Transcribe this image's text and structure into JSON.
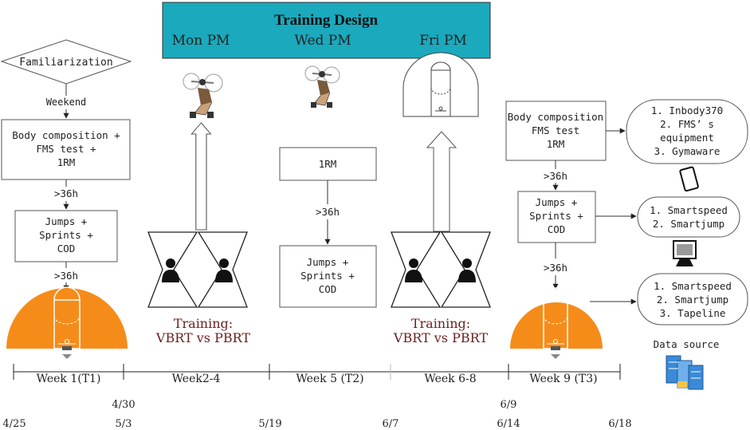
{
  "header": {
    "title": "Training Design",
    "days": [
      "Mon PM",
      "Wed  PM",
      "Fri PM"
    ],
    "color": "#1aa9bd"
  },
  "left_flow": {
    "diamond": "Familiarization",
    "weekend": "Weekend",
    "box1": [
      "Body composition +",
      "FMS test +",
      "1RM"
    ],
    "gap1": ">36h",
    "box2": [
      "Jumps +",
      "Sprints +",
      "COD"
    ],
    "gap2": ">36h"
  },
  "middle_flow": {
    "box1": "1RM",
    "gap": ">36h",
    "box2": [
      "Jumps +",
      "Sprints +",
      "COD"
    ]
  },
  "right_flow": {
    "box1": [
      "Body composition",
      "FMS test",
      "1RM"
    ],
    "gap1": ">36h",
    "box2": [
      "Jumps +",
      "Sprints +",
      "COD"
    ],
    "gap2": ">36h",
    "equip1": [
      "1. Inbody370",
      "2. FMS’ s",
      "equipment",
      "3. Gymaware"
    ],
    "equip2": [
      "1. Smartspeed",
      "2. Smartjump"
    ],
    "equip3": [
      "1. Smartspeed",
      "2. Smartjump",
      "3. Tapeline"
    ],
    "data_source": "Data source"
  },
  "training_labels": {
    "left": [
      "Training:",
      "VBRT vs PBRT"
    ],
    "right": [
      "Training:",
      "VBRT vs PBRT"
    ]
  },
  "timeline": {
    "weeks": [
      "Week 1(T1)",
      "Week2-4",
      "Week 5 (T2)",
      "Week 6-8",
      "Week 9 (T3)"
    ],
    "upper_dates": [
      "4/30",
      "6/9"
    ],
    "lower_dates": [
      "4/25",
      "5/3",
      "5/19",
      "6/7",
      "6/14",
      "6/18"
    ]
  },
  "colors": {
    "court_orange": "#f58c1a",
    "training_text": "#6b2020"
  }
}
